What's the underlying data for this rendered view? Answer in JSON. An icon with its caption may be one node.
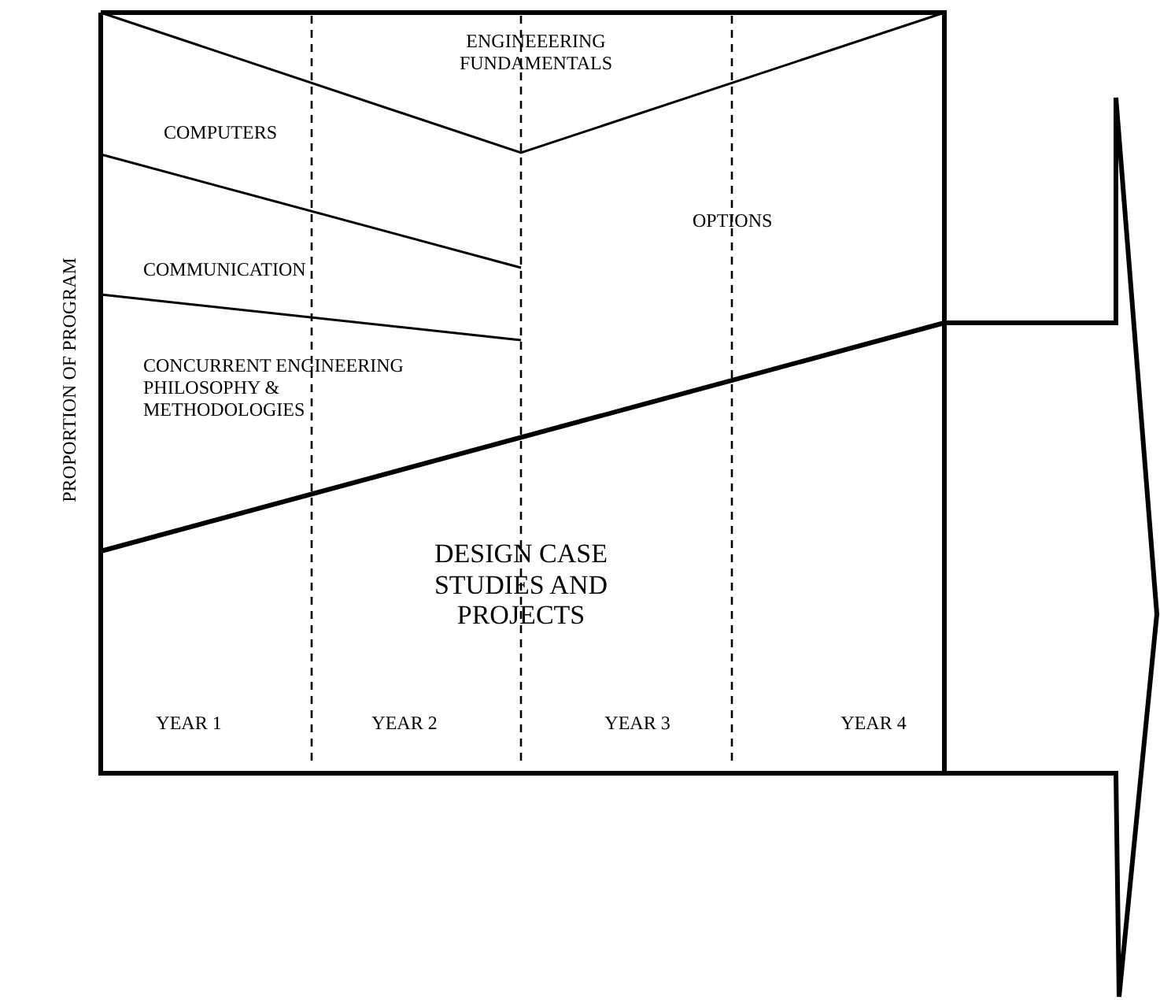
{
  "diagram": {
    "labels": [
      "ENGINEEERING FUNDAMENTALS",
      "COMPUTERS",
      "OPTIONS",
      "COMMUNICATION",
      "CONCURRENT ENGINEERING PHILOSOPHY & METHODOLOGIES",
      "PROPORTION OF PROGRAM",
      "DESIGN CASE STUDIES AND PROJECTS",
      "YEAR 1",
      "YEAR 2",
      "YEAR 3",
      "YEAR 4"
    ]
  }
}
